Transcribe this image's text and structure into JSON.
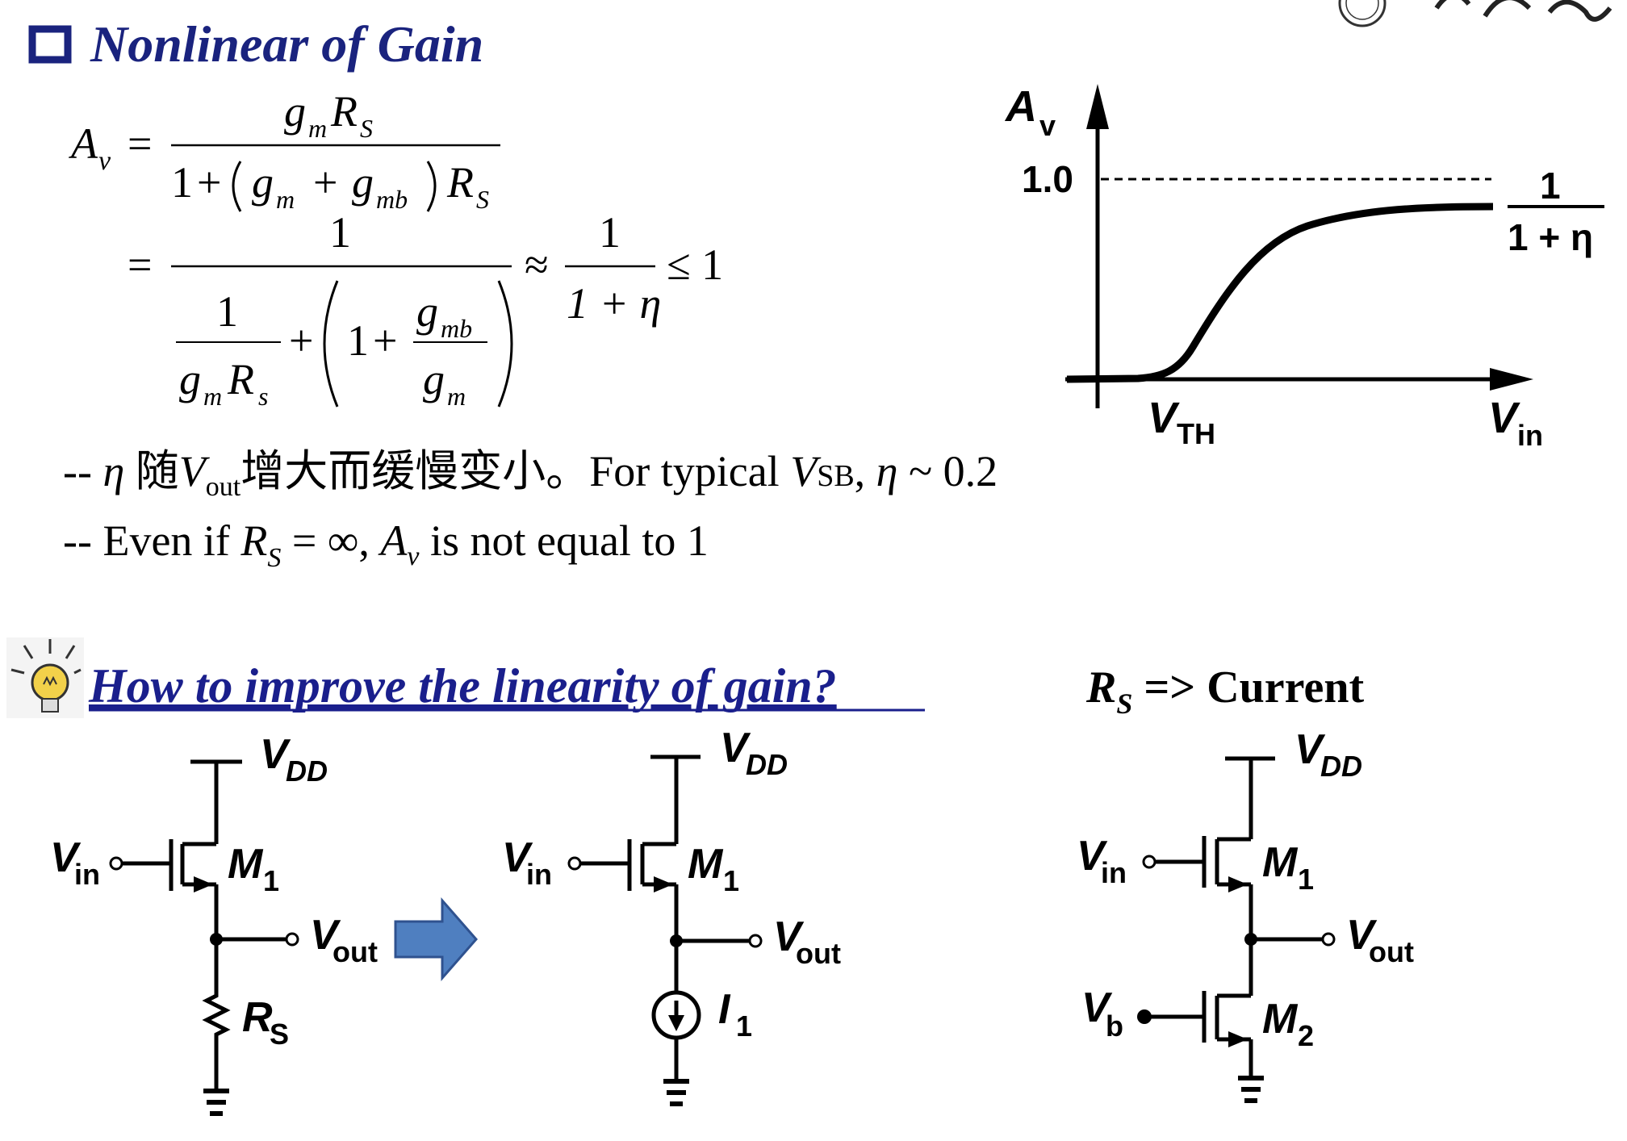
{
  "header": {
    "title": "Nonlinear of Gain"
  },
  "equation": {
    "lhs_A": "A",
    "lhs_v": "v",
    "eq": "=",
    "num1_g": "g",
    "num1_m": "m",
    "num1_R": "R",
    "num1_S": "S",
    "den1_one": "1",
    "den1_plus": "+",
    "den1_g1": "g",
    "den1_m": "m",
    "den1_plus2": "+",
    "den1_g2": "g",
    "den1_mb": "mb",
    "den1_R": "R",
    "den1_S": "S",
    "line2_eq": "=",
    "num2": "1",
    "d2_one": "1",
    "d2_g": "g",
    "d2_m": "m",
    "d2_R": "R",
    "d2_s": "s",
    "d2_plus": "+",
    "d2_one_b": "1",
    "d2_plus_b": "+",
    "d2_gmb_g": "g",
    "d2_gmb_sub": "mb",
    "d2_gm_g": "g",
    "d2_gm_sub": "m",
    "approx": "≈",
    "num3": "1",
    "den3": "1 + η",
    "leq": "≤ 1"
  },
  "notes": {
    "line1_prefix": "-- ",
    "line1_eta": "η",
    "line1_cn1": " 随",
    "line1_V": "V",
    "line1_out": "out",
    "line1_cn2": "增大而缓慢变小。",
    "line1_en": "For typical ",
    "line1_VSB_V": "V",
    "line1_VSB_sub": "SB",
    "line1_tail_pre": ", ",
    "line1_eta2": "η",
    "line1_tail": " ~ 0.2",
    "line2_prefix": "-- Even if ",
    "line2_R": "R",
    "line2_S": "S",
    "line2_mid": " = ∞, ",
    "line2_A": "A",
    "line2_v": "v",
    "line2_tail": " is not equal to 1"
  },
  "graph": {
    "y_label": "A",
    "y_label_sub": "v",
    "ref_value": "1.0",
    "asym_num": "1",
    "asym_den": "1 + η",
    "vth_label": "V",
    "vth_sub": "TH",
    "x_label": "V",
    "x_label_sub": "in"
  },
  "question": {
    "text": "How to improve the linearity of gain?",
    "rs_label": "R",
    "rs_sub": "S",
    "rs_rest": " => Current"
  },
  "circuit1": {
    "vdd": "V",
    "vdd_sub": "DD",
    "vin": "V",
    "vin_sub": "in",
    "m1": "M",
    "m1_sub": "1",
    "vout": "V",
    "vout_sub": "out",
    "rs": "R",
    "rs_sub": "S"
  },
  "circuit2": {
    "vdd": "V",
    "vdd_sub": "DD",
    "vin": "V",
    "vin_sub": "in",
    "m1": "M",
    "m1_sub": "1",
    "vout": "V",
    "vout_sub": "out",
    "i1": "I",
    "i1_sub": "1"
  },
  "circuit3": {
    "vdd": "V",
    "vdd_sub": "DD",
    "vin": "V",
    "vin_sub": "in",
    "m1": "M",
    "m1_sub": "1",
    "vout": "V",
    "vout_sub": "out",
    "vb": "V",
    "vb_sub": "b",
    "m2": "M",
    "m2_sub": "2"
  },
  "colors": {
    "title": "#1a237e",
    "question": "#1a1f8c",
    "arrow_fill": "#4f7fc0",
    "arrow_stroke": "#2f528f",
    "bulb": "#f2d14a"
  }
}
